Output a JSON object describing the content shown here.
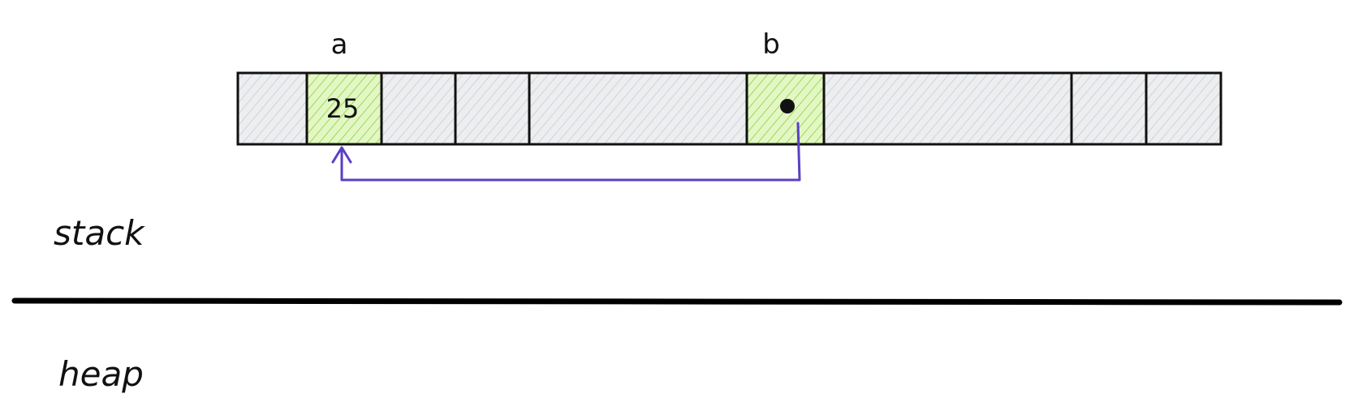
{
  "labels": {
    "var_a": "a",
    "var_b": "b",
    "value_a": "25",
    "region_stack": "stack",
    "region_heap": "heap"
  },
  "colors": {
    "cell_fill": "#e9ecef",
    "cell_hatch": "#c8ccd0",
    "highlight_fill": "#d8f5a2",
    "highlight_hatch": "#7ac930",
    "stroke": "#111111",
    "arrow": "#5b3fc4",
    "divider": "#000000"
  },
  "memory": {
    "cells": [
      {
        "role": "filler"
      },
      {
        "role": "variable-a"
      },
      {
        "role": "filler"
      },
      {
        "role": "filler"
      },
      {
        "role": "filler"
      },
      {
        "role": "variable-b"
      },
      {
        "role": "filler"
      },
      {
        "role": "filler"
      },
      {
        "role": "filler"
      }
    ]
  },
  "pointer": {
    "from": "b",
    "to": "a",
    "icon": "pointer-dot-icon"
  }
}
